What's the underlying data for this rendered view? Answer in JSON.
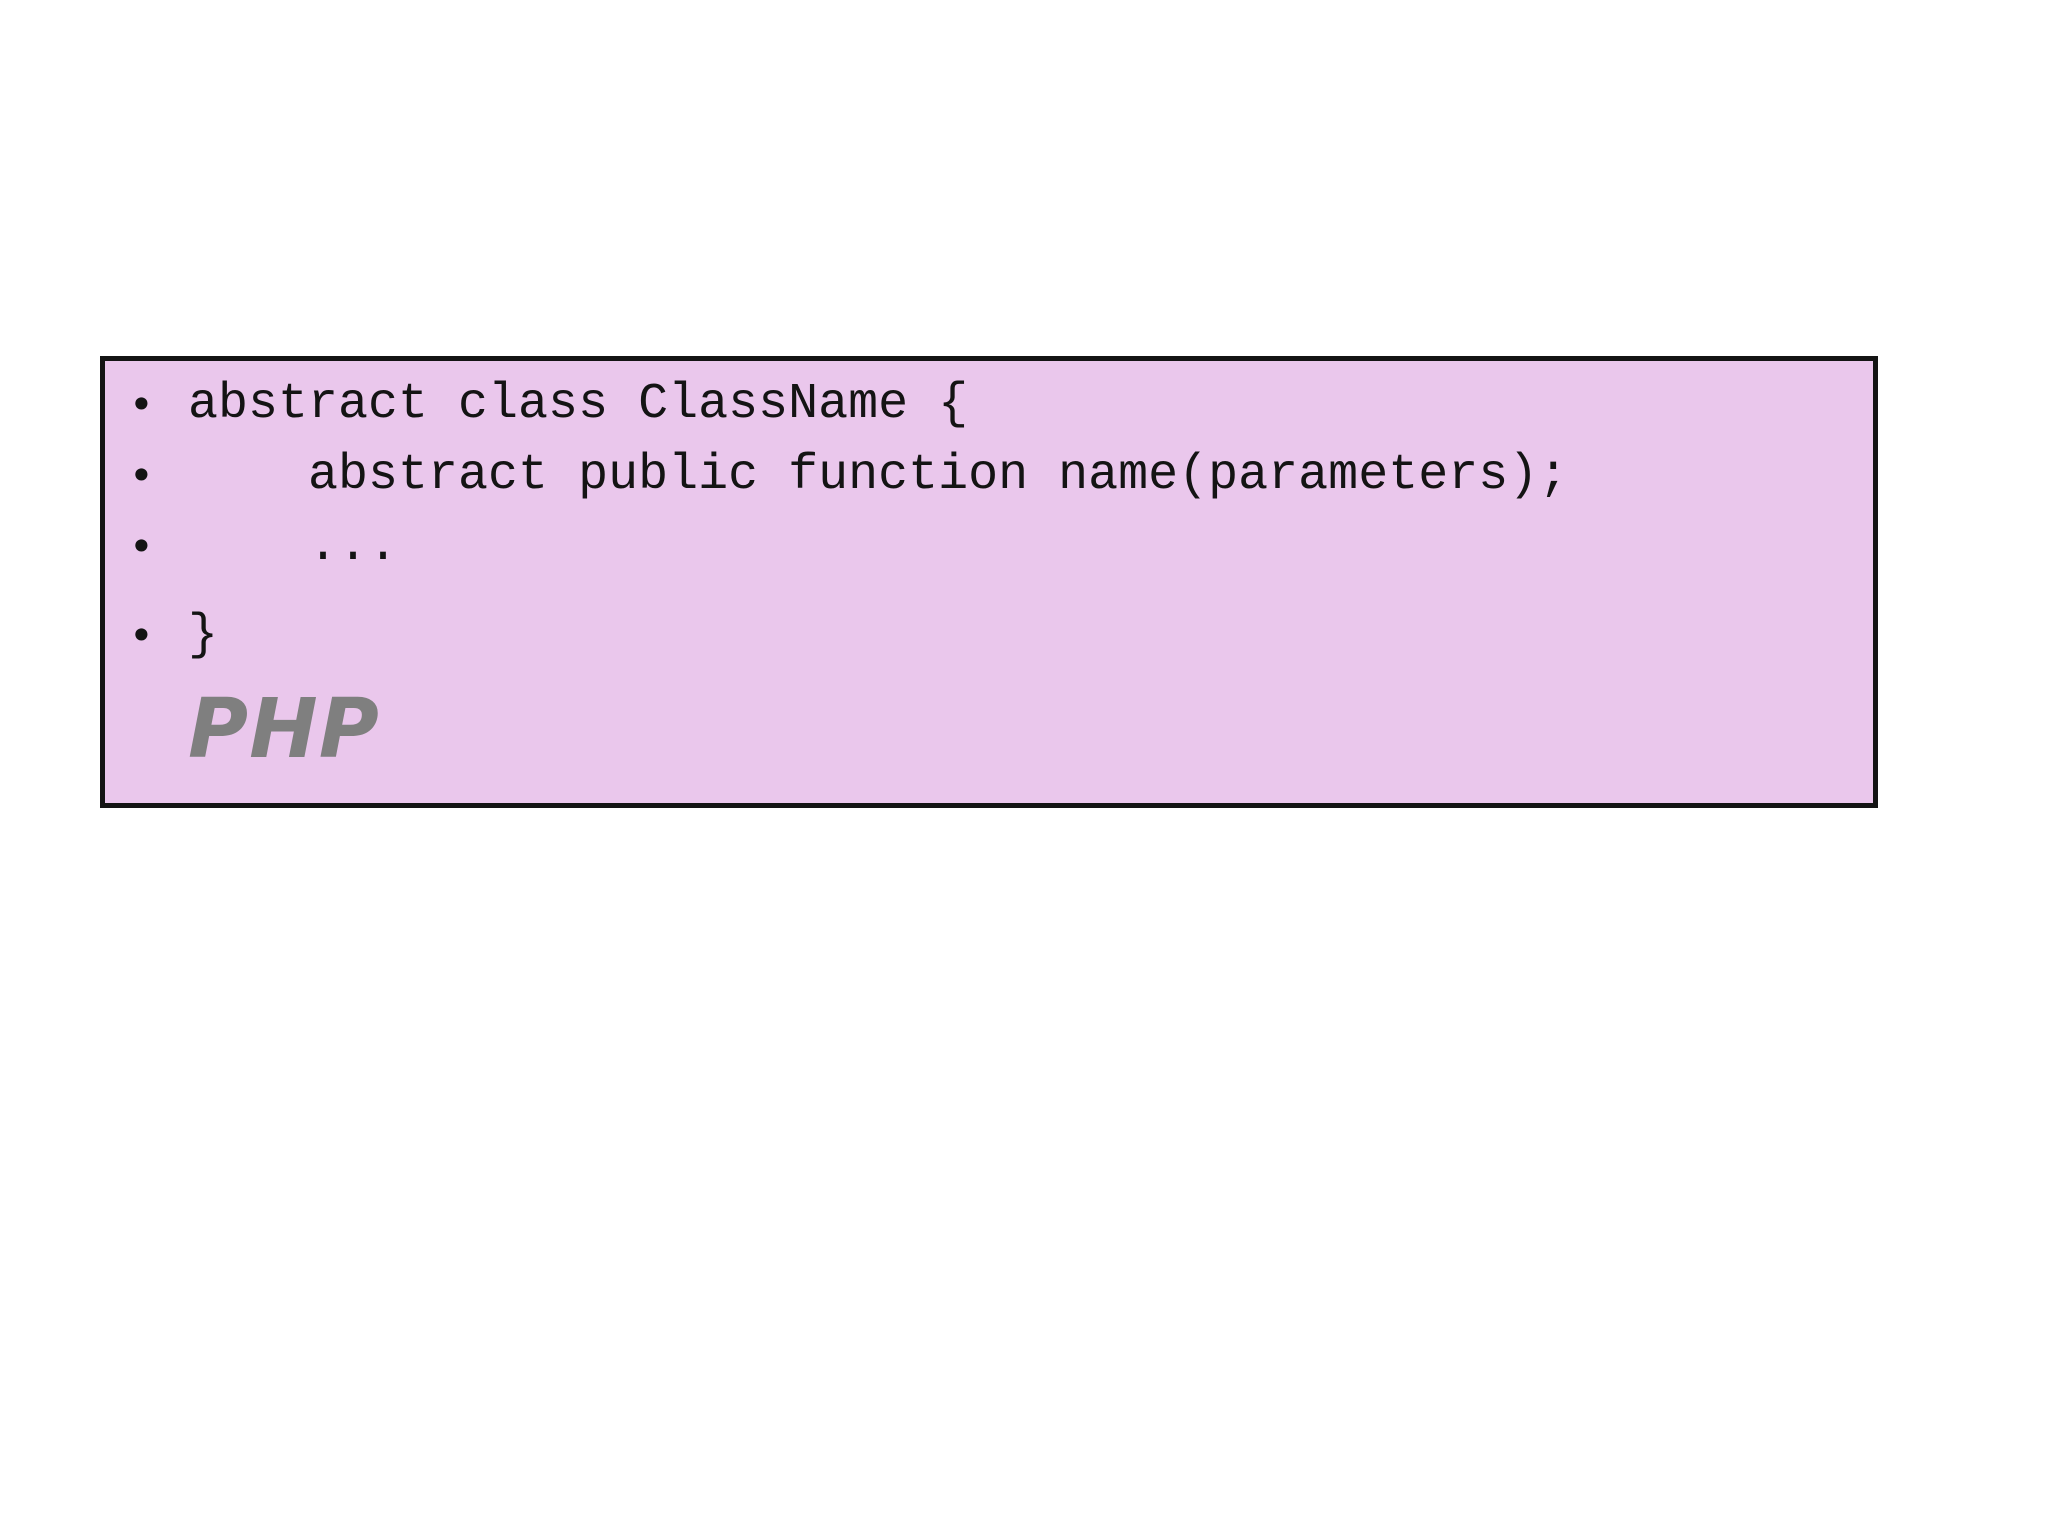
{
  "page": {
    "background_color": "#FFFFFF"
  },
  "code_box": {
    "bullet_char": "•",
    "language_label": "PHP",
    "lines": [
      "abstract class ClassName {",
      "    abstract public function name(parameters);",
      "    ...",
      "}"
    ],
    "colors": {
      "box_background": "#EAC7EC",
      "border": "#141414",
      "code_text": "#141414",
      "label_text": "#7F7F7F"
    }
  }
}
